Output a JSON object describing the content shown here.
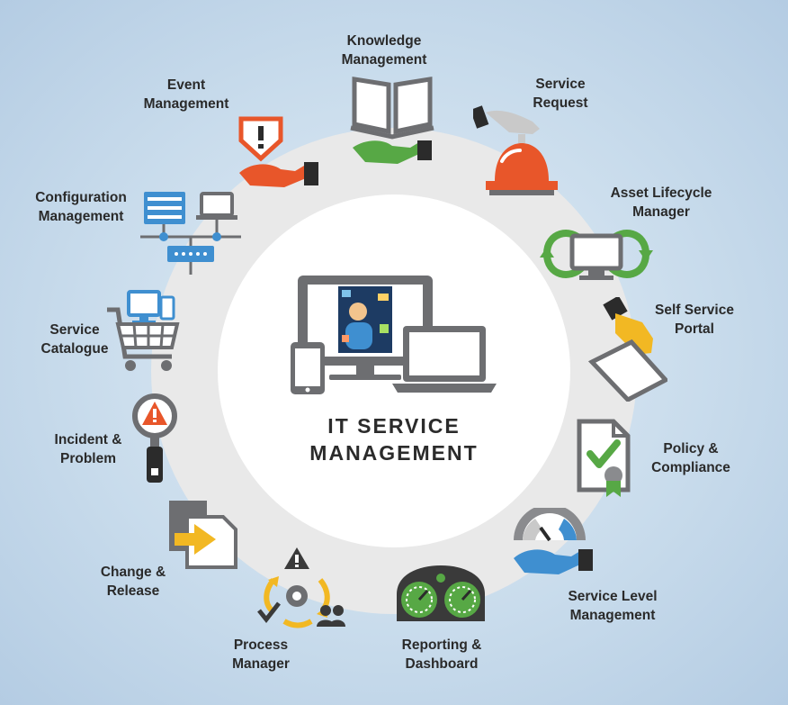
{
  "center": {
    "title_line1": "IT SERVICE",
    "title_line2": "MANAGEMENT"
  },
  "items": [
    {
      "line1": "Knowledge",
      "line2": "Management",
      "icon": "book-hand-icon"
    },
    {
      "line1": "Service",
      "line2": "Request",
      "icon": "service-bell-icon"
    },
    {
      "line1": "Asset Lifecycle",
      "line2": "Manager",
      "icon": "monitor-cycle-icon"
    },
    {
      "line1": "Self Service",
      "line2": "Portal",
      "icon": "hand-document-icon"
    },
    {
      "line1": "Policy &",
      "line2": "Compliance",
      "icon": "certificate-icon"
    },
    {
      "line1": "Service Level",
      "line2": "Management",
      "icon": "gauge-hand-icon"
    },
    {
      "line1": "Reporting &",
      "line2": "Dashboard",
      "icon": "dashboard-gauges-icon"
    },
    {
      "line1": "Process",
      "line2": "Manager",
      "icon": "process-cycle-icon"
    },
    {
      "line1": "Change &",
      "line2": "Release",
      "icon": "document-arrow-icon"
    },
    {
      "line1": "Incident &",
      "line2": "Problem",
      "icon": "magnifier-warning-icon"
    },
    {
      "line1": "Service",
      "line2": "Catalogue",
      "icon": "shopping-cart-icon"
    },
    {
      "line1": "Configuration",
      "line2": "Management",
      "icon": "network-servers-icon"
    },
    {
      "line1": "Event",
      "line2": "Management",
      "icon": "alert-hand-icon"
    }
  ],
  "colors": {
    "background": "#c9dcec",
    "ring": "#e9e9e9",
    "center_disc": "#ffffff",
    "green": "#57a845",
    "orange": "#e8562a",
    "yellow": "#f2b823",
    "blue": "#3f8fd0",
    "gray": "#6d6e71",
    "dark": "#2b2b2b"
  }
}
